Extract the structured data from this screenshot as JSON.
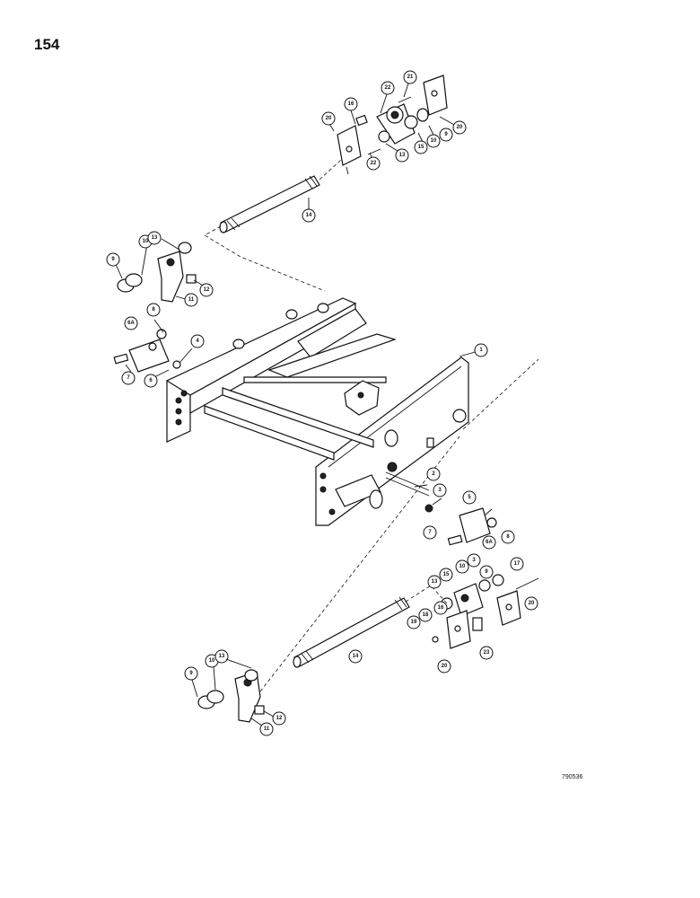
{
  "page_number": "154",
  "figure_code": "790536",
  "callouts": {
    "c1": "1",
    "c2": "2",
    "c3": "3",
    "c3b": "3",
    "c4": "4",
    "c5": "5",
    "c6": "6",
    "c6a": "6A",
    "c6a_b": "6A",
    "c7": "7",
    "c7b": "7",
    "c8": "8",
    "c8b": "8",
    "c9": "9",
    "c9b": "9",
    "c9c": "9",
    "c10": "10",
    "c10b": "10",
    "c10c": "10",
    "c10d": "10",
    "c11": "11",
    "c11b": "11",
    "c12": "12",
    "c12b": "12",
    "c17": "17",
    "c13": "13",
    "c13b": "13",
    "c13c": "13",
    "c13d": "13",
    "c14": "14",
    "c14b": "14",
    "c15": "15",
    "c15b": "15",
    "c16": "16",
    "c16b": "16",
    "c18": "18",
    "c19": "19",
    "c20": "20",
    "c20b": "20",
    "c20c": "20",
    "c20d": "20",
    "c21": "21",
    "c22": "22",
    "c22b": "22",
    "c23": "23"
  }
}
